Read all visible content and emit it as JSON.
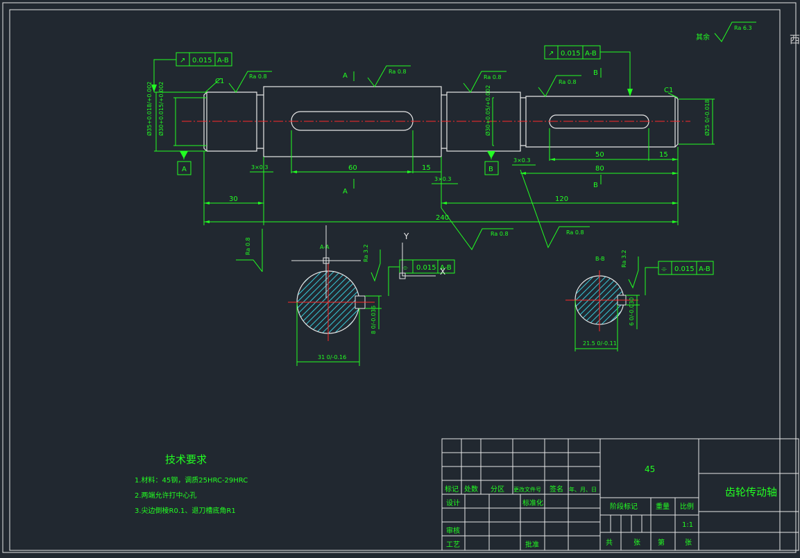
{
  "corner_char": "西",
  "roughness_other": {
    "prefix": "其余",
    "value": "Ra 6.3"
  },
  "tolerance_frames": {
    "left": {
      "symbol": "↗",
      "value": "0.015",
      "datum": "A-B"
    },
    "right": {
      "symbol": "↗",
      "value": "0.015",
      "datum": "A-B"
    },
    "section_a": {
      "symbol": "⌯",
      "value": "0.015",
      "datum": "A-B"
    },
    "section_b": {
      "symbol": "⌯",
      "value": "0.015",
      "datum": "A-B"
    }
  },
  "roughness": {
    "r1": "Ra 0.8",
    "r2": "Ra 0.8",
    "r3": "Ra 0.8",
    "r4": "Ra 0.8",
    "r5": "Ra 0.8",
    "r6": "Ra 0.8",
    "r7": "Ra 0.8",
    "ra_a": "Ra 3.2",
    "ra_b": "Ra 3.2"
  },
  "chamfers": {
    "left": "C1",
    "right": "C1"
  },
  "datums": {
    "a": "A",
    "b": "B"
  },
  "section_marks": {
    "a_top": "A",
    "a_bot": "A",
    "b_top": "B",
    "b_bot": "B"
  },
  "diameters": {
    "d1": "Ø35+0.018/+0.002",
    "d2": "Ø30+0.015/+0.002",
    "d3": "Ø30+0.05/+0.002",
    "d4": "Ø25 0/-0.018"
  },
  "dims": {
    "d_3x03_a": "3×0.3",
    "d_60": "60",
    "d_15a": "15",
    "d_3x03_b": "3×0.3",
    "d_3x03_c": "3×0.3",
    "d_50": "50",
    "d_15b": "15",
    "d_80": "80",
    "d_30": "30",
    "d_120": "120",
    "d_240": "240"
  },
  "sections": {
    "a": {
      "title": "A-A",
      "width_dim": "31 0/-0.16",
      "depth_dim": "8 0/-0.036"
    },
    "b": {
      "title": "B-B",
      "width_dim": "21.5 0/-0.11",
      "depth_dim": "6 0/-0.030"
    }
  },
  "ucs": {
    "y": "Y",
    "x": "X"
  },
  "tech_req": {
    "title": "技术要求",
    "items": [
      "1.材料：45钢，调质25HRC-29HRC",
      "2.两端允许打中心孔",
      "3.尖边倒棱R0.1、退刀槽底角R1"
    ]
  },
  "title_block": {
    "material": "45",
    "part_name": "齿轮传动轴",
    "row_labels": [
      "标记",
      "处数",
      "分区",
      "更改文件号",
      "签名",
      "年、月、日"
    ],
    "design": "设计",
    "standardize": "标准化",
    "check": "审核",
    "process": "工艺",
    "approve": "批准",
    "stage_mark": "阶段标记",
    "weight": "重量",
    "scale_label": "比例",
    "scale_value": "1:1",
    "total": "共",
    "sheets": "张",
    "sheet_no": "第",
    "sheet_unit": "张"
  }
}
